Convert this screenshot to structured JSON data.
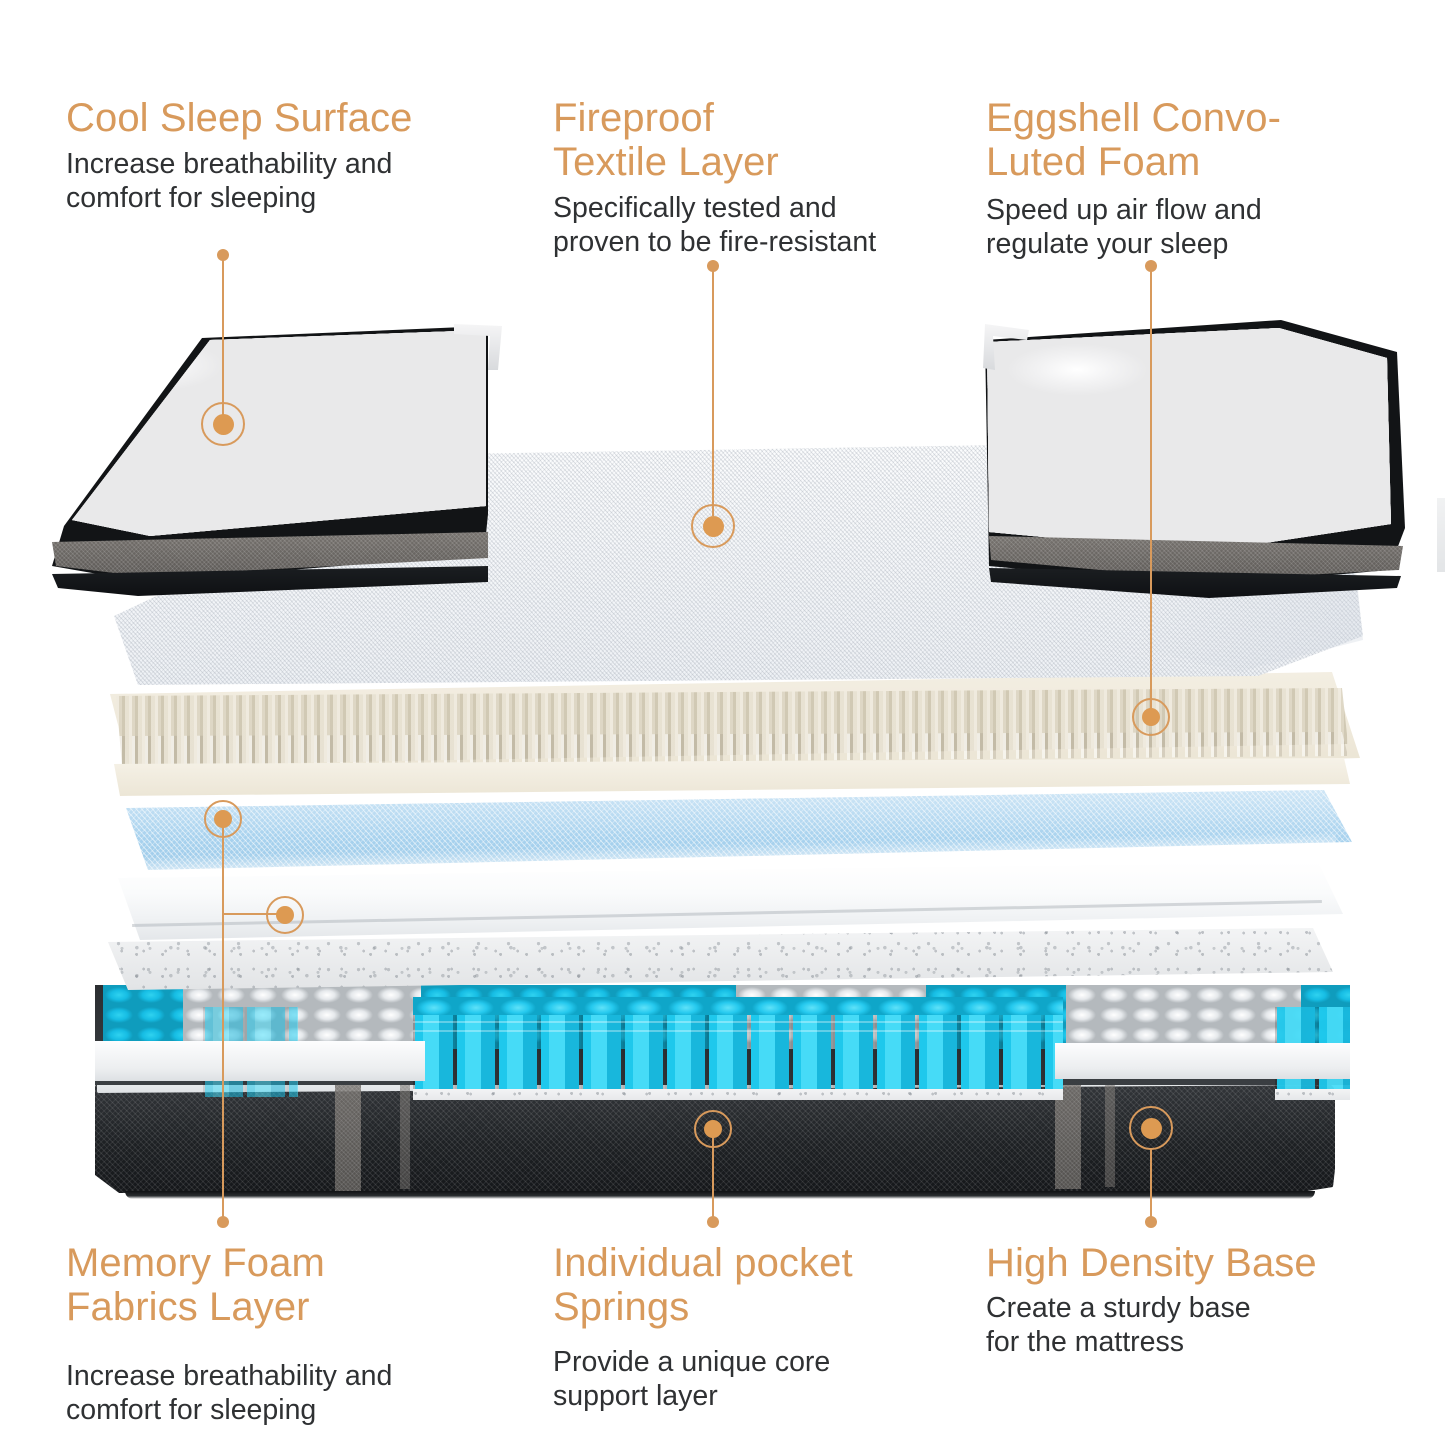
{
  "accent_color": "#d89a5c",
  "text_color": "#2f3133",
  "callouts": [
    {
      "id": "cool-sleep-surface",
      "title": "Cool Sleep Surface",
      "desc": "Increase breathability and\ncomfort for sleeping",
      "marker_label": "cool-sleep-surface-marker"
    },
    {
      "id": "fireproof-textile-layer",
      "title": "Fireproof\nTextile Layer",
      "desc": "Specifically tested and\nproven to be fire-resistant",
      "marker_label": "fireproof-textile-layer-marker"
    },
    {
      "id": "eggshell-convoluted-foam",
      "title": "Eggshell Convo-\nLuted Foam",
      "desc": " Speed up air flow and\nregulate your sleep",
      "marker_label": "eggshell-convoluted-foam-marker"
    },
    {
      "id": "memory-foam-fabrics-layer",
      "title": "Memory Foam\nFabrics Layer",
      "desc": "Increase breathability and\ncomfort for sleeping",
      "marker_label": "memory-foam-fabrics-layer-marker"
    },
    {
      "id": "individual-pocket-springs",
      "title": "Individual pocket\nSprings",
      "desc": "Provide a unique core\nsupport layer",
      "marker_label": "individual-pocket-springs-marker"
    },
    {
      "id": "high-density-base",
      "title": "High Density Base",
      "desc": "Create a sturdy base\nfor the mattress",
      "marker_label": "high-density-base-marker"
    }
  ],
  "layers": [
    {
      "id": "quilted-cover-left",
      "name": "Quilted cool sleep cover (left half)",
      "color": "#f4f4f5"
    },
    {
      "id": "quilted-cover-right",
      "name": "Quilted cool sleep cover (right half)",
      "color": "#f4f4f5"
    },
    {
      "id": "fireproof-textile",
      "name": "Fireproof textile layer",
      "color": "#eef1f5"
    },
    {
      "id": "convoluted-foam",
      "name": "Eggshell convoluted foam",
      "color": "#e7e1d2"
    },
    {
      "id": "gel-foam",
      "name": "Cool gel foam layer",
      "color": "#a8d2ee"
    },
    {
      "id": "memory-foam",
      "name": "Memory foam fabrics layer",
      "color": "#f7f8f9"
    },
    {
      "id": "felt-pad",
      "name": "Nonwoven felt pad",
      "color": "#e2e4e6"
    },
    {
      "id": "pocket-spring-core",
      "name": "Individual pocket spring core",
      "color": "#16c0e8"
    },
    {
      "id": "high-density-base",
      "name": "High density base with mesh border",
      "color": "#1e2124"
    }
  ]
}
